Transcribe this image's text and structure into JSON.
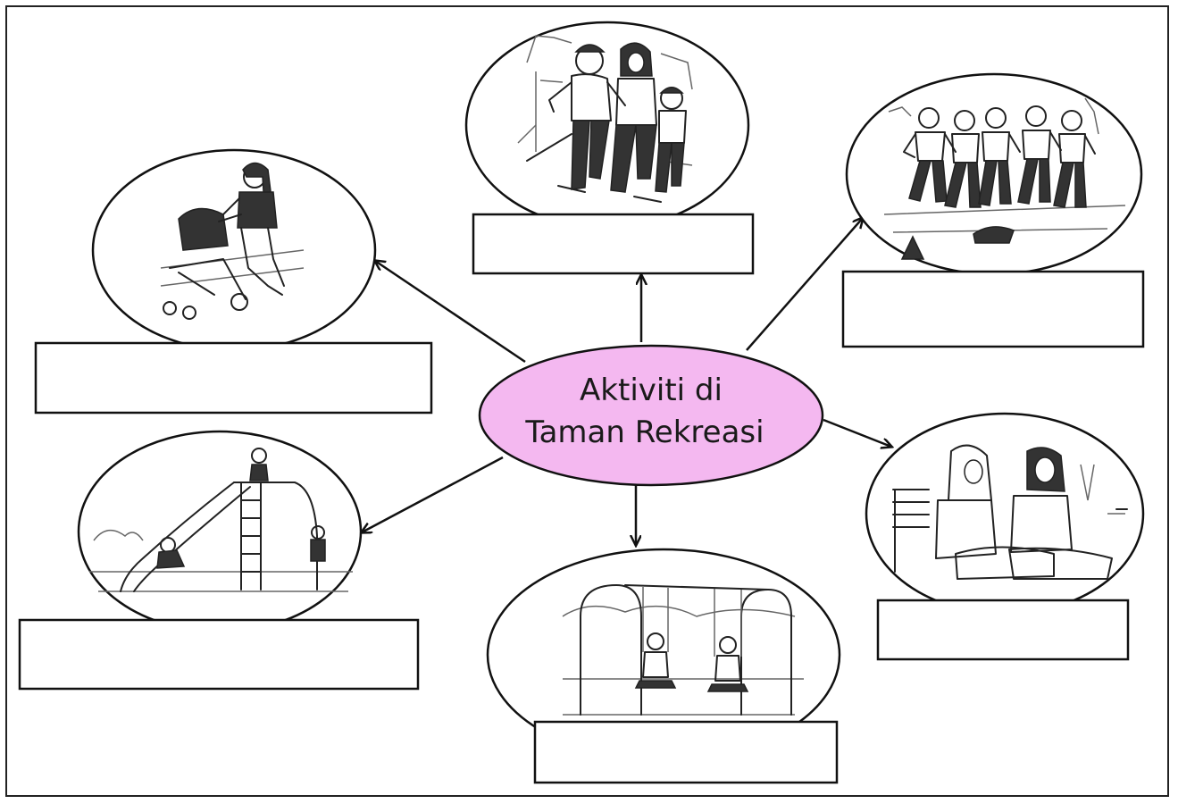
{
  "diagram": {
    "central_node": {
      "line1": "Aktiviti di",
      "line2": "Taman Rekreasi",
      "fill_color": "#f4b8f0"
    },
    "branches": [
      {
        "id": "jogging",
        "picture": "family jogging",
        "answer": ""
      },
      {
        "id": "exercise",
        "picture": "group doing exercise",
        "answer": ""
      },
      {
        "id": "chatting",
        "picture": "two women chatting on bench",
        "answer": ""
      },
      {
        "id": "swinging",
        "picture": "children on swings",
        "answer": ""
      },
      {
        "id": "sliding",
        "picture": "children on slide",
        "answer": ""
      },
      {
        "id": "stroller",
        "picture": "woman pushing stroller",
        "answer": ""
      }
    ]
  }
}
